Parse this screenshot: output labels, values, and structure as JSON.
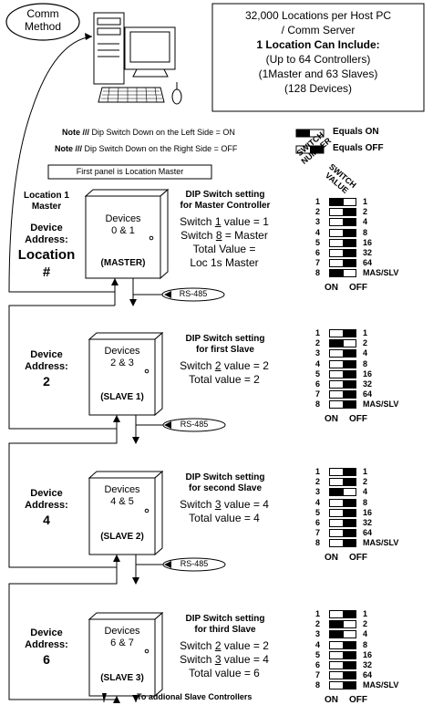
{
  "comm_method": [
    "Comm",
    "Method"
  ],
  "info_box": {
    "line1": "32,000 Locations per Host PC",
    "line2": "/ Comm Server",
    "line3": "1 Location Can Include:",
    "line4": "(Up to 64 Controllers)",
    "line5": "(1Master and 63 Slaves)",
    "line6": "(128 Devices)"
  },
  "notes": {
    "note_label": "Note ///",
    "on_text": "Dip Switch Down on the Left Side = ON",
    "off_text": "Dip Switch Down on the Right Side = OFF",
    "equals_on": "Equals ON",
    "equals_off": "Equals OFF",
    "first_panel": "First panel is Location Master"
  },
  "headers": {
    "switch_number": [
      "SWITCH",
      "NUMBER"
    ],
    "switch_value": [
      "SWITCH",
      "VALUE"
    ]
  },
  "switch_labels": [
    "1",
    "2",
    "3",
    "4",
    "5",
    "6",
    "7",
    "8"
  ],
  "switch_values": [
    "1",
    "2",
    "4",
    "8",
    "16",
    "32",
    "64",
    "MAS/SLV"
  ],
  "on_label": "ON",
  "off_label": "OFF",
  "rs485": "RS-485",
  "to_additional": "To addional Slave Controllers",
  "sections": [
    {
      "left_label_top": "Location 1",
      "left_label_top2": "Master",
      "device_address": [
        "Device",
        "Address:"
      ],
      "address_value": "Location",
      "address_value2": "#",
      "box_title": "Devices",
      "box_devices": "0 & 1",
      "box_role": "(MASTER)",
      "dip_title": "DIP Switch setting",
      "dip_sub": "for Master Controller",
      "line1_pre": "Switch ",
      "line1_u": "1",
      "line1_post": " value = 1",
      "line2_pre": "Switch ",
      "line2_u": "8",
      "line2_post": " = Master",
      "line3": "Total Value =",
      "line4": "Loc 1s Master",
      "switches": [
        "on",
        "off",
        "off",
        "off",
        "off",
        "off",
        "off",
        "on"
      ]
    },
    {
      "device_address": [
        "Device",
        "Address:"
      ],
      "address_value": "2",
      "box_title": "Devices",
      "box_devices": "2 & 3",
      "box_role": "(SLAVE 1)",
      "dip_title": "DIP Switch setting",
      "dip_sub": "for first Slave",
      "line1_pre": "Switch ",
      "line1_u": "2",
      "line1_post": " value = 2",
      "line2": "Total value = 2",
      "switches": [
        "off",
        "on",
        "off",
        "off",
        "off",
        "off",
        "off",
        "off"
      ]
    },
    {
      "device_address": [
        "Device",
        "Address:"
      ],
      "address_value": "4",
      "box_title": "Devices",
      "box_devices": "4 & 5",
      "box_role": "(SLAVE 2)",
      "dip_title": "DIP Switch setting",
      "dip_sub": "for second Slave",
      "line1_pre": "Switch ",
      "line1_u": "3",
      "line1_post": " value = 4",
      "line2": "Total value = 4",
      "switches": [
        "off",
        "off",
        "on",
        "off",
        "off",
        "off",
        "off",
        "off"
      ]
    },
    {
      "device_address": [
        "Device",
        "Address:"
      ],
      "address_value": "6",
      "box_title": "Devices",
      "box_devices": "6 & 7",
      "box_role": "(SLAVE 3)",
      "dip_title": "DIP Switch setting",
      "dip_sub": "for third Slave",
      "line1_pre": "Switch ",
      "line1_u": "2",
      "line1_post": " value = 2",
      "line2_pre": "Switch ",
      "line2_u": "3",
      "line2_post": " value = 4",
      "line3": "Total value = 6",
      "switches": [
        "off",
        "on",
        "on",
        "off",
        "off",
        "off",
        "off",
        "off"
      ]
    }
  ]
}
